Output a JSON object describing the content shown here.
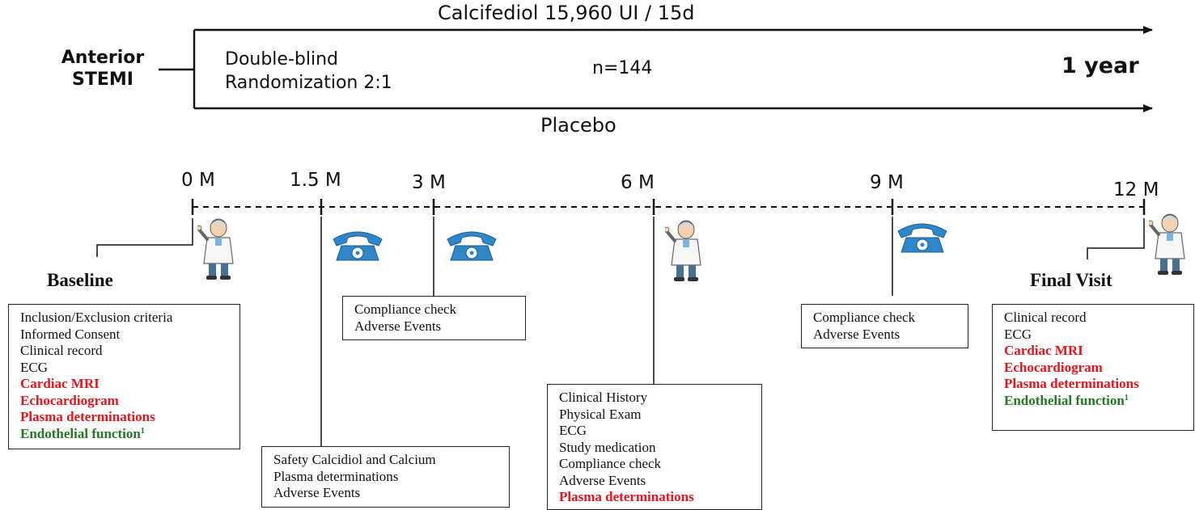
{
  "header": {
    "treatment_arm": "Calcifediol 15,960 UI / 15d",
    "placebo_arm": "Placebo",
    "condition_line1": "Anterior",
    "condition_line2": "STEMI",
    "design_line1": "Double-blind",
    "design_line2": "Randomization 2:1",
    "sample_size": "n=144",
    "duration": "1 year"
  },
  "timeline": {
    "timepoints": [
      "0 M",
      "1.5 M",
      "3 M",
      "6 M",
      "9 M",
      "12 M"
    ]
  },
  "visits": {
    "baseline": {
      "heading": "Baseline",
      "icon": "doctor-icon",
      "items": [
        {
          "text": "Inclusion/Exclusion criteria",
          "style": "normal"
        },
        {
          "text": "Informed Consent",
          "style": "normal"
        },
        {
          "text": "Clinical record",
          "style": "normal"
        },
        {
          "text": "ECG",
          "style": "normal"
        },
        {
          "text": "Cardiac MRI",
          "style": "red"
        },
        {
          "text": "Echocardiogram",
          "style": "red"
        },
        {
          "text": "Plasma determinations",
          "style": "red"
        },
        {
          "text": "Endothelial function",
          "style": "green",
          "sup": "1"
        }
      ]
    },
    "month_1_5": {
      "icon": "telephone-icon",
      "items": [
        {
          "text": "Safety Calcidiol  and Calcium",
          "style": "normal"
        },
        {
          "text": "Plasma determinations",
          "style": "normal"
        },
        {
          "text": "Adverse Events",
          "style": "normal"
        }
      ]
    },
    "month_3": {
      "icon": "telephone-icon",
      "items": [
        {
          "text": "Compliance check",
          "style": "normal"
        },
        {
          "text": "Adverse Events",
          "style": "normal"
        }
      ]
    },
    "month_6": {
      "icon": "doctor-icon",
      "items": [
        {
          "text": "Clinical History",
          "style": "normal"
        },
        {
          "text": "Physical Exam",
          "style": "normal"
        },
        {
          "text": "ECG",
          "style": "normal"
        },
        {
          "text": "Study medication",
          "style": "normal"
        },
        {
          "text": "Compliance check",
          "style": "normal"
        },
        {
          "text": "Adverse Events",
          "style": "normal"
        },
        {
          "text": "Plasma determinations",
          "style": "red"
        }
      ]
    },
    "month_9": {
      "icon": "telephone-icon",
      "items": [
        {
          "text": "Compliance check",
          "style": "normal"
        },
        {
          "text": "Adverse Events",
          "style": "normal"
        }
      ]
    },
    "final": {
      "heading": "Final Visit",
      "icon": "doctor-icon",
      "items": [
        {
          "text": "Clinical record",
          "style": "normal"
        },
        {
          "text": "ECG",
          "style": "normal"
        },
        {
          "text": "Cardiac MRI",
          "style": "red"
        },
        {
          "text": "Echocardiogram",
          "style": "red"
        },
        {
          "text": "Plasma determinations",
          "style": "red"
        },
        {
          "text": "Endothelial function",
          "style": "green",
          "sup": "1"
        }
      ]
    }
  },
  "colors": {
    "emphasis_red": "#e8131b",
    "emphasis_green": "#217a21",
    "phone_blue": "#2f86c9"
  }
}
